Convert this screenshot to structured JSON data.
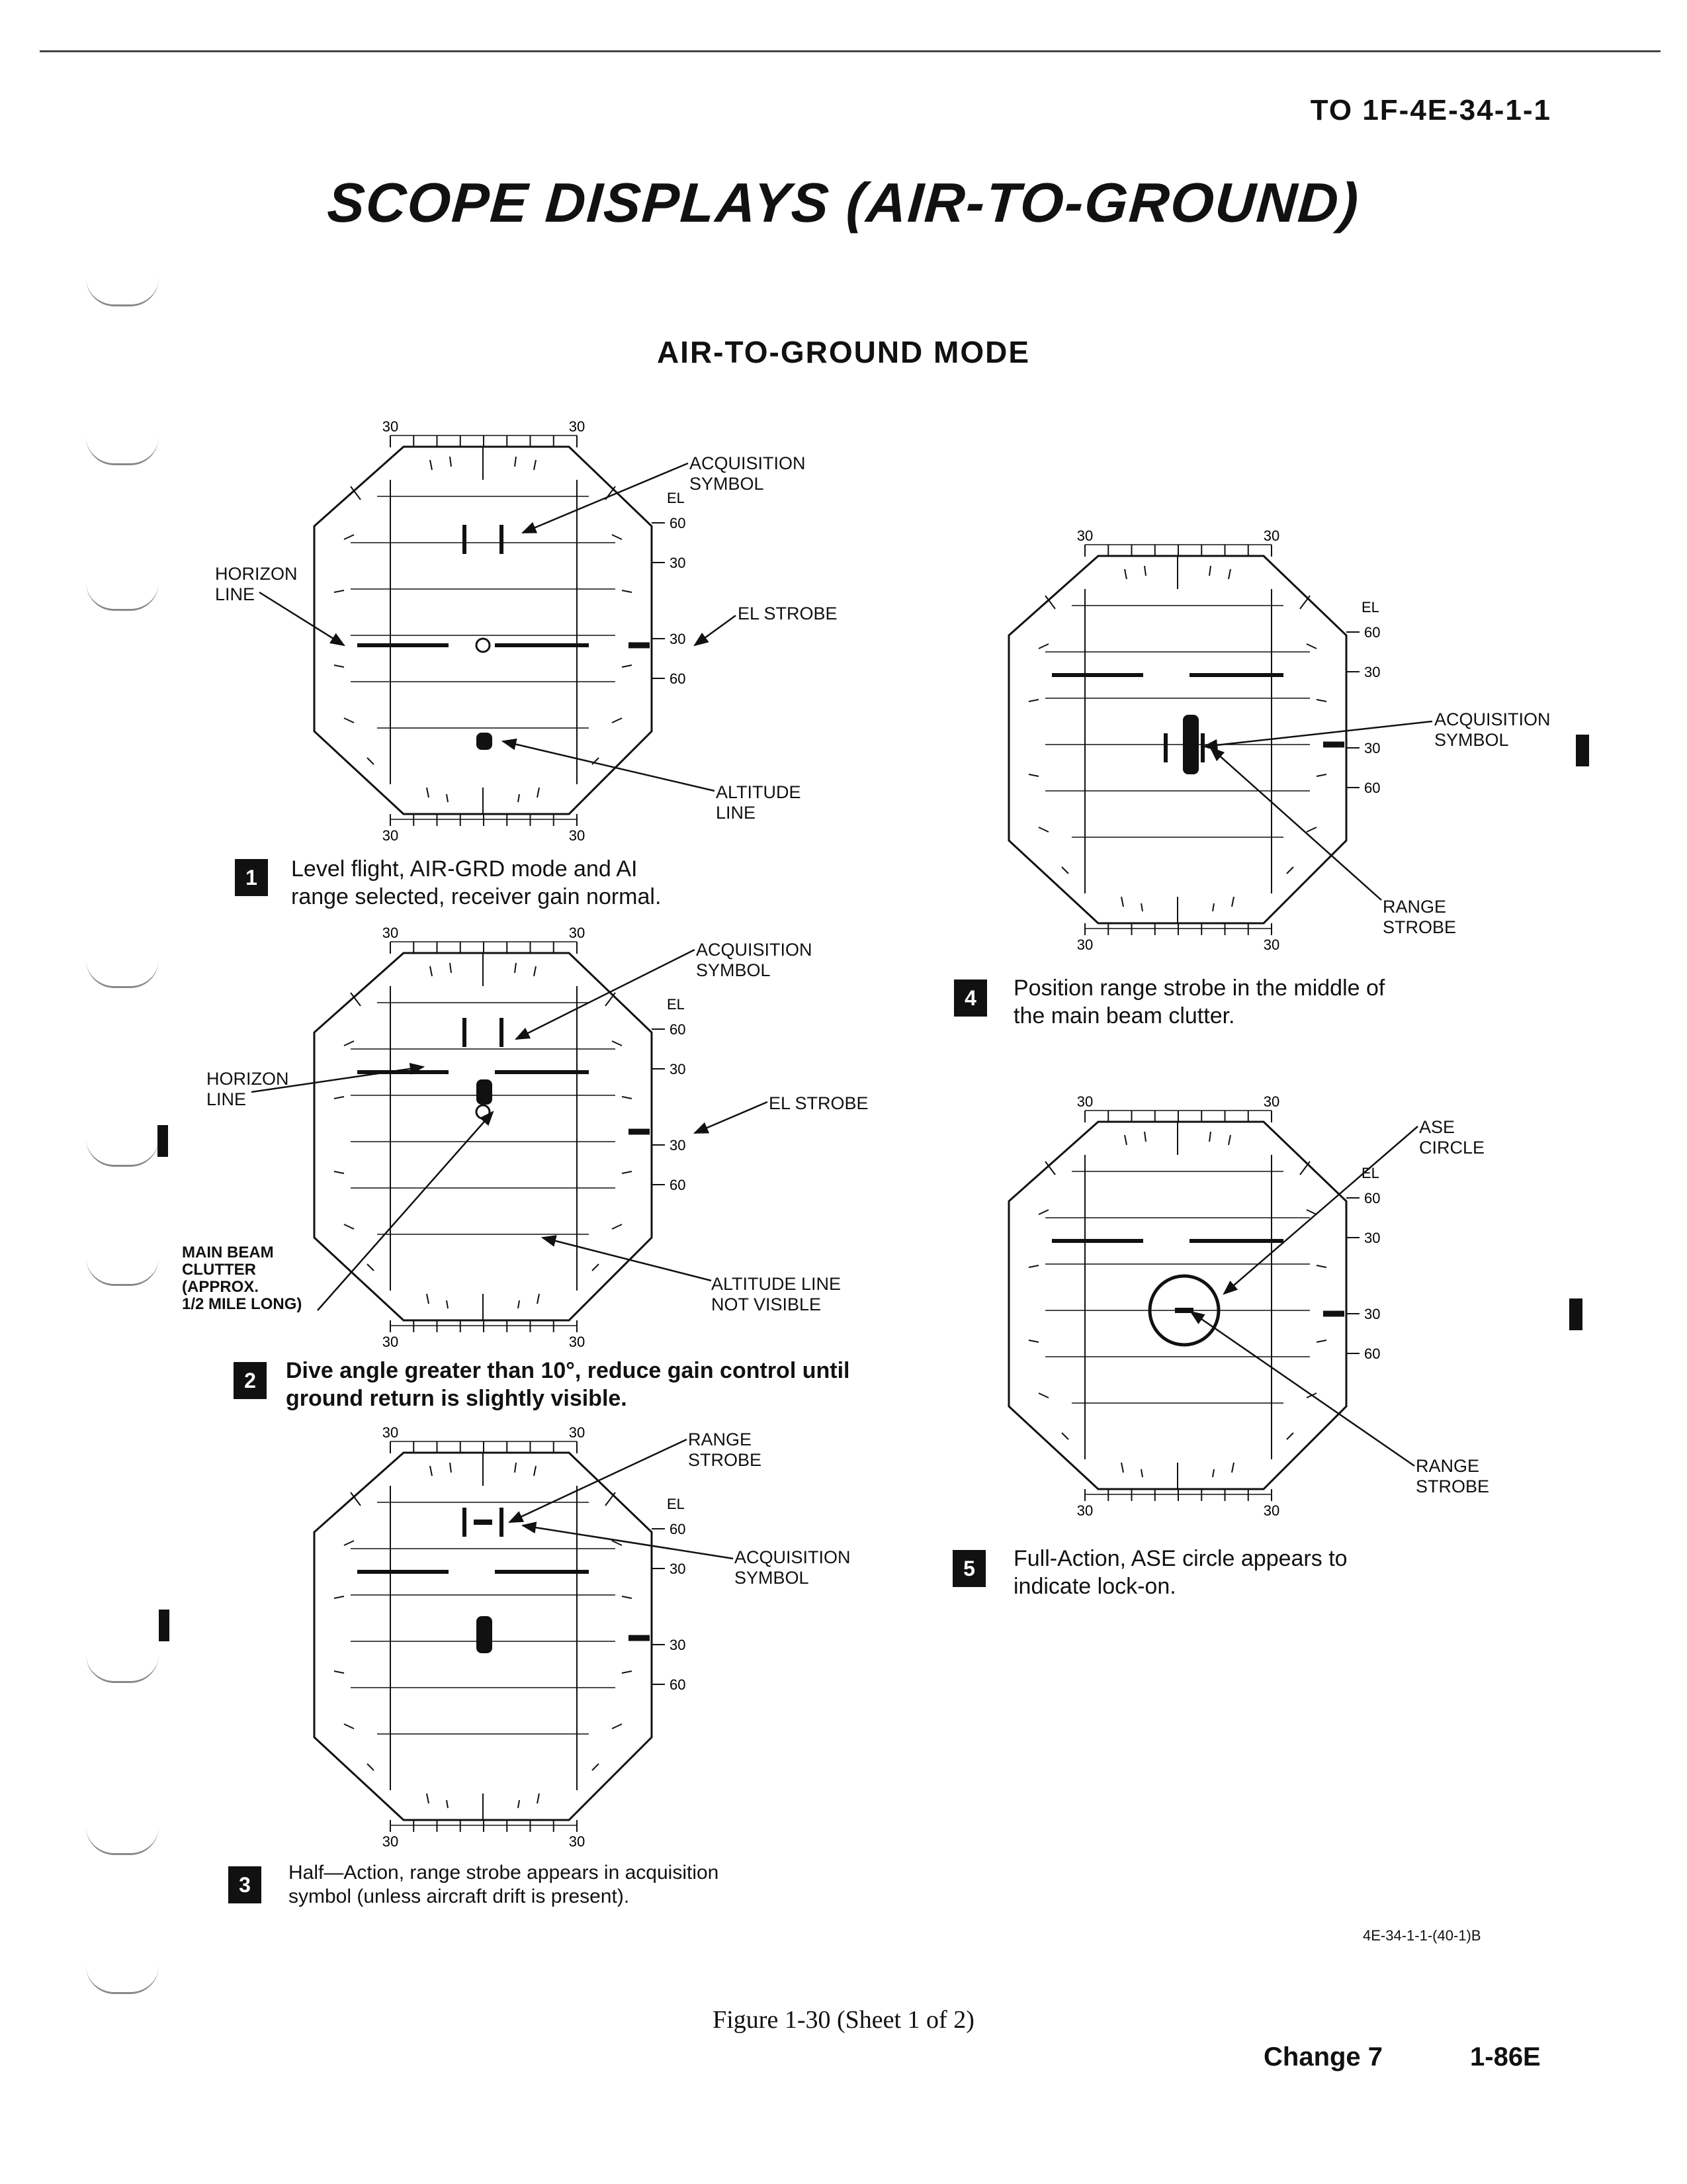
{
  "header": {
    "doc_id": "TO 1F-4E-34-1-1",
    "title": "SCOPE DISPLAYS (AIR-TO-GROUND)",
    "subtitle": "AIR-TO-GROUND MODE"
  },
  "scope_labels": {
    "tick": "30",
    "el": "EL",
    "el_60": "60",
    "el_30": "30"
  },
  "panels": [
    {
      "number": "1",
      "caption_line1": "Level flight, AIR-GRD mode and AI",
      "caption_line2": "range selected, receiver gain normal.",
      "callouts": {
        "acquisition_symbol": [
          "ACQUISITION",
          "SYMBOL"
        ],
        "horizon_line": [
          "HORIZON",
          "LINE"
        ],
        "el_strobe": "EL STROBE",
        "altitude_line": [
          "ALTITUDE",
          "LINE"
        ]
      }
    },
    {
      "number": "2",
      "caption_line1": "Dive angle greater than 10°, reduce gain control until",
      "caption_line2": "ground return is slightly visible.",
      "callouts": {
        "acquisition_symbol": [
          "ACQUISITION",
          "SYMBOL"
        ],
        "horizon_line": [
          "HORIZON",
          "LINE"
        ],
        "el_strobe": "EL STROBE",
        "main_beam_clutter": [
          "MAIN BEAM",
          "CLUTTER",
          "(APPROX.",
          "1/2 MILE LONG)"
        ],
        "altitude_line": [
          "ALTITUDE LINE",
          "NOT VISIBLE"
        ]
      }
    },
    {
      "number": "3",
      "caption_line1": "Half—Action, range strobe appears in acquisition",
      "caption_line2": "symbol (unless aircraft drift is present).",
      "callouts": {
        "range_strobe": [
          "RANGE",
          "STROBE"
        ],
        "acquisition_symbol": [
          "ACQUISITION",
          "SYMBOL"
        ]
      }
    },
    {
      "number": "4",
      "caption_line1": "Position range strobe in the middle of",
      "caption_line2": "the main beam clutter.",
      "callouts": {
        "acquisition_symbol": [
          "ACQUISITION",
          "SYMBOL"
        ],
        "range_strobe": [
          "RANGE",
          "STROBE"
        ]
      }
    },
    {
      "number": "5",
      "caption_line1": "Full-Action, ASE circle appears to",
      "caption_line2": "indicate lock-on.",
      "callouts": {
        "ase_circle": [
          "ASE",
          "CIRCLE"
        ],
        "range_strobe": [
          "RANGE",
          "STROBE"
        ]
      }
    }
  ],
  "figure_code": "4E-34-1-1-(40-1)B",
  "figure_caption": "Figure 1-30 (Sheet 1 of 2)",
  "footer": {
    "change": "Change 7",
    "page": "1-86E"
  }
}
